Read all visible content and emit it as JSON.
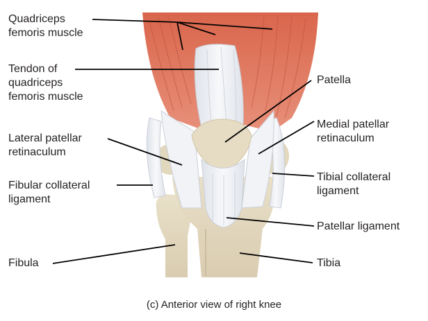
{
  "figure": {
    "caption": "(c) Anterior view of right knee",
    "labels": {
      "quadriceps": [
        "Quadriceps",
        "femoris muscle"
      ],
      "tendon": [
        "Tendon of",
        "quadriceps",
        "femoris muscle"
      ],
      "lateral_retinaculum": [
        "Lateral patellar",
        "retinaculum"
      ],
      "fibular_collateral": [
        "Fibular collateral",
        "ligament"
      ],
      "fibula": [
        "Fibula"
      ],
      "patella": [
        "Patella"
      ],
      "medial_retinaculum": [
        "Medial patellar",
        "retinaculum"
      ],
      "tibial_collateral": [
        "Tibial collateral",
        "ligament"
      ],
      "patellar_ligament": [
        "Patellar ligament"
      ],
      "tibia": [
        "Tibia"
      ]
    },
    "colors": {
      "muscle": "#e07a5f",
      "muscle_stripe": "#c65a44",
      "tendon": "#eef0f4",
      "bone": "#e6dcc4",
      "leader_line": "#000000"
    }
  }
}
